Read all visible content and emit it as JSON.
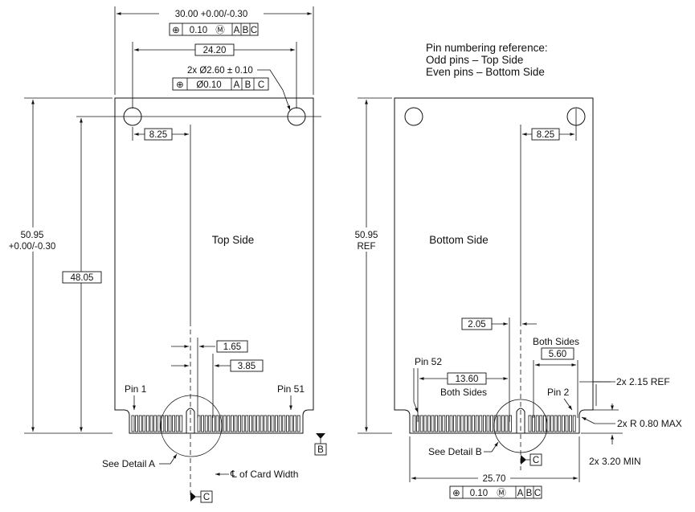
{
  "top_view": {
    "title": "Top Side",
    "width_dim": "30.00 +0.00/-0.30",
    "width_fcf": [
      "⊕",
      "0.10",
      "Ⓜ",
      "A",
      "B",
      "C"
    ],
    "hole_spacing": "24.20",
    "hole_callout": "2x Ø2.60 ± 0.10",
    "hole_fcf": [
      "⊕",
      "Ø0.10",
      "A",
      "B",
      "C"
    ],
    "hole_offset": "8.25",
    "height_dim_line1": "50.95",
    "height_dim_line2": "+0.00/-0.30",
    "hole_height": "48.05",
    "dim_165": "1.65",
    "dim_385": "3.85",
    "pin_left": "Pin 1",
    "pin_right": "Pin 51",
    "datum_b": "B",
    "datum_c": "C",
    "detail_label": "See Detail A",
    "centerline_label": "℄ of Card Width"
  },
  "bottom_view": {
    "title": "Bottom Side",
    "notes": [
      "Pin numbering reference:",
      "Odd pins – Top Side",
      "Even pins  – Bottom Side"
    ],
    "height_dim_line1": "50.95",
    "height_dim_line2": "REF",
    "hole_offset": "8.25",
    "dim_205": "2.05",
    "dim_560": "5.60",
    "dim_560_note": "Both Sides",
    "dim_1360": "13.60",
    "dim_1360_note": "Both Sides",
    "pin_left": "Pin 52",
    "pin_right": "Pin 2",
    "ref_215": "2x 2.15 REF",
    "radius": "2x R 0.80 MAX",
    "min_320": "2x 3.20 MIN",
    "detail_label": "See Detail B",
    "datum_c": "C",
    "width_dim": "25.70",
    "width_fcf": [
      "⊕",
      "0.10",
      "Ⓜ",
      "A",
      "B",
      "C"
    ]
  }
}
